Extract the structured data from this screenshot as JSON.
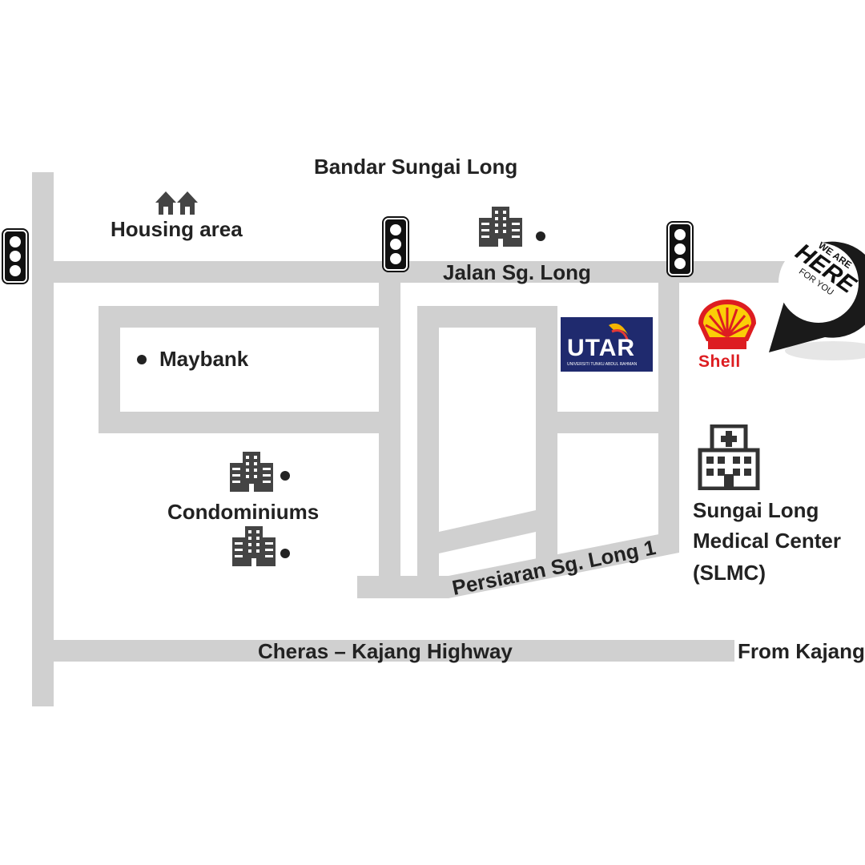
{
  "labels": {
    "area_north": "Bandar Sungai Long",
    "housing": "Housing area",
    "road_main": "Jalan Sg. Long",
    "bank": "Maybank",
    "condos": "Condominiums",
    "road_persiaran": "Persiaran Sg. Long 1",
    "medical_line1": "Sungai Long",
    "medical_line2": "Medical Center",
    "medical_line3": "(SLMC)",
    "highway": "Cheras – Kajang Highway",
    "from": "From Kajang"
  },
  "logos": {
    "utar_text": "UTAR",
    "utar_sub": "UNIVERSITI TUNKU ABDUL RAHMAN",
    "shell_text": "Shell",
    "pin_line1": "WE ARE",
    "pin_line2": "HERE",
    "pin_line3": "FOR YOU"
  },
  "colors": {
    "road": "#d0d0d0",
    "utar_bg": "#1f2a6e",
    "shell_red": "#dd1d21",
    "shell_yellow": "#fbce07"
  },
  "icons": [
    "house-icon",
    "building-icon",
    "traffic-light-icon",
    "hospital-icon",
    "location-pin-icon"
  ]
}
